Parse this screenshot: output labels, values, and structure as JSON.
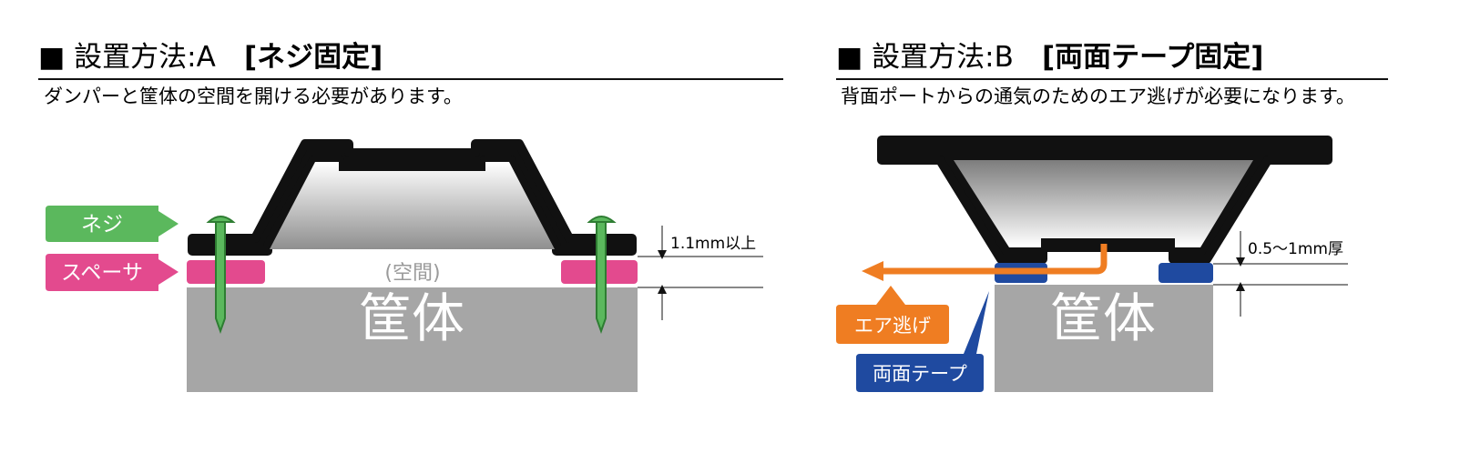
{
  "panel_a": {
    "title_prefix": "■ 設置方法:A",
    "title_bold": "[ネジ固定]",
    "description": "ダンパーと筐体の空間を開ける必要があります。",
    "label_screw": "ネジ",
    "label_spacer": "スペーサ",
    "label_gap": "(空間)",
    "label_housing": "筐体",
    "dimension": "1.1mm以上"
  },
  "panel_b": {
    "title_prefix": "■ 設置方法:B",
    "title_bold": "[両面テープ固定]",
    "description": "背面ポートからの通気のためのエア逃げが必要になります。",
    "label_air": "エア逃げ",
    "label_tape": "両面テープ",
    "label_housing": "筐体",
    "dimension": "0.5〜1mm厚"
  },
  "colors": {
    "screw": "#5bb85d",
    "spacer": "#e34a8e",
    "housing": "#a6a6a6",
    "air": "#ef7d22",
    "tape": "#1f4aa0",
    "outline": "#111111"
  }
}
